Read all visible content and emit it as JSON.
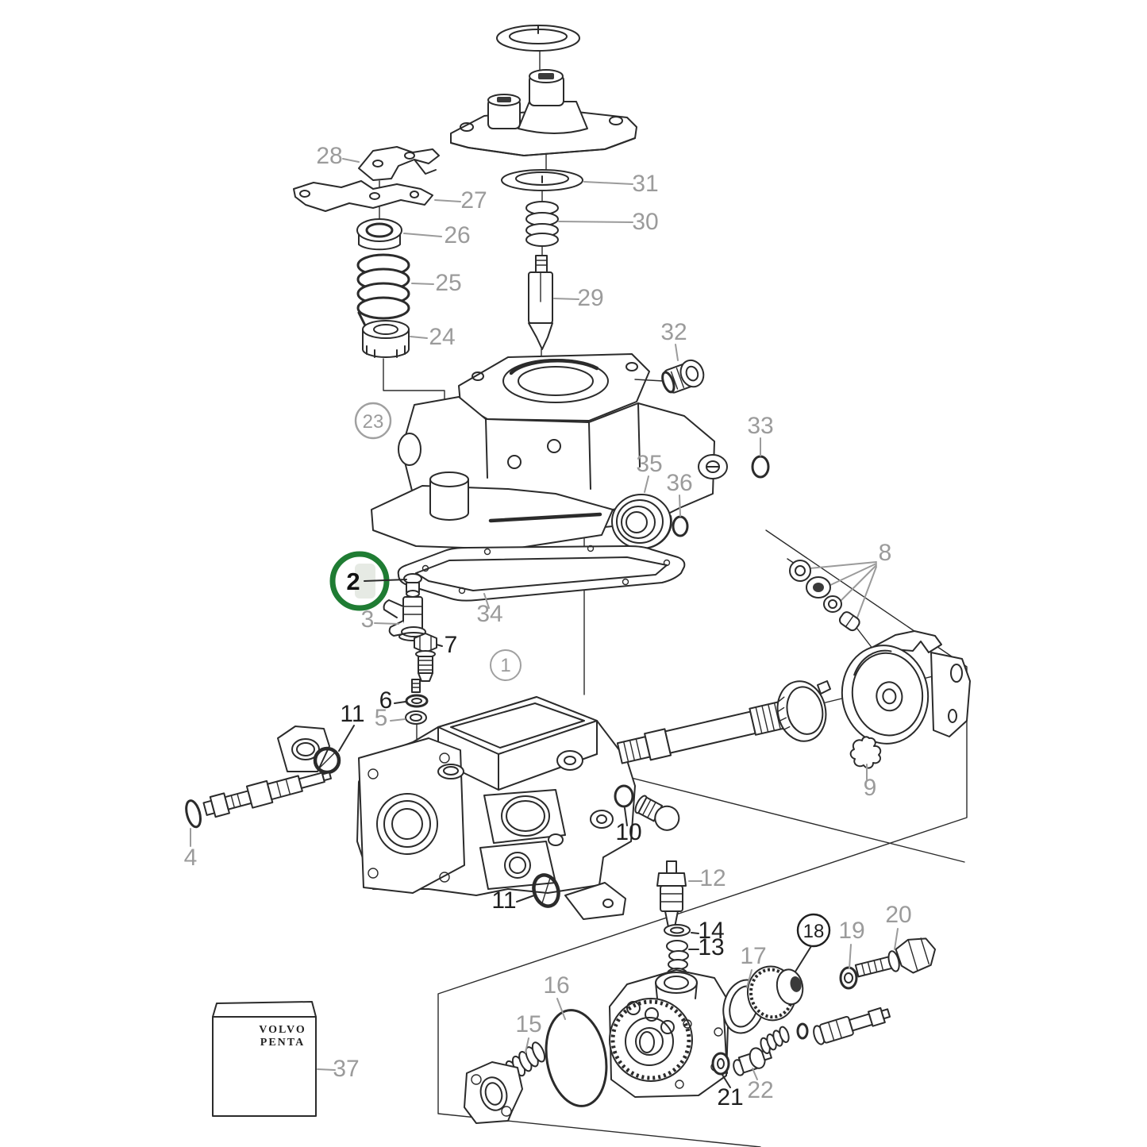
{
  "diagram": {
    "type": "exploded-parts-diagram",
    "brand_box": {
      "line1": "VOLVO",
      "line2": "PENTA"
    },
    "highlighted_part": "2",
    "circled_parts": [
      "1",
      "18",
      "23"
    ],
    "colors": {
      "highlight_green": "#1f7c33",
      "highlight_swatch": "#e6eae4",
      "label_gray": "#9b9b9b",
      "label_black": "#1f1f1f",
      "line": "#2b2b2b",
      "background": "#ffffff"
    },
    "labels": {
      "p1": "1",
      "p2": "2",
      "p3": "3",
      "p4": "4",
      "p5": "5",
      "p6": "6",
      "p7": "7",
      "p8": "8",
      "p9": "9",
      "p10": "10",
      "p11a": "11",
      "p11b": "11",
      "p12": "12",
      "p13": "13",
      "p14": "14",
      "p15": "15",
      "p16": "16",
      "p17": "17",
      "p18": "18",
      "p19": "19",
      "p20": "20",
      "p21": "21",
      "p22": "22",
      "p23": "23",
      "p24": "24",
      "p25": "25",
      "p26": "26",
      "p27": "27",
      "p28": "28",
      "p29": "29",
      "p30": "30",
      "p31": "31",
      "p32": "32",
      "p33": "33",
      "p34": "34",
      "p35": "35",
      "p36": "36",
      "p37": "37"
    }
  }
}
